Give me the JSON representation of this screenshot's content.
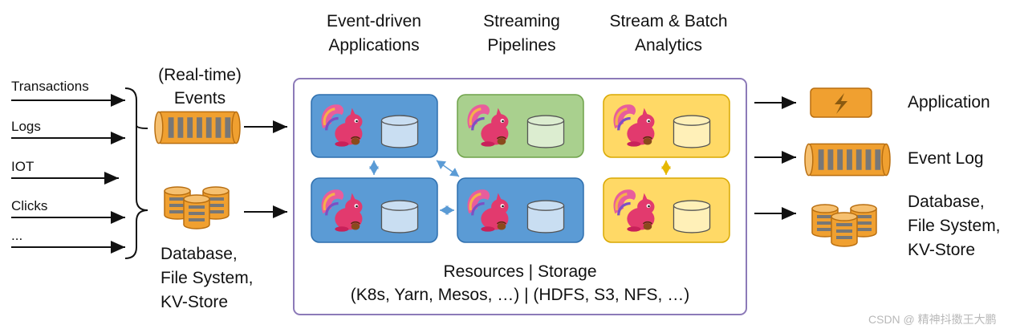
{
  "inputs": {
    "sources": [
      "Transactions",
      "Logs",
      "IOT",
      "Clicks",
      "..."
    ],
    "events_label": [
      "(Real-time)",
      "Events"
    ],
    "database_label": [
      "Database,",
      "File System,",
      "KV-Store"
    ]
  },
  "center": {
    "headers": [
      [
        "Event-driven",
        "Applications"
      ],
      [
        "Streaming",
        "Pipelines"
      ],
      [
        "Stream & Batch",
        "Analytics"
      ]
    ],
    "footer": [
      "Resources | Storage",
      "(K8s, Yarn, Mesos, …) | (HDFS, S3, NFS, …)"
    ]
  },
  "outputs": {
    "application": "Application",
    "event_log": "Event Log",
    "database": [
      "Database,",
      "File System,",
      "KV-Store"
    ]
  },
  "watermark": "CSDN @ 精神抖擞王大鹏",
  "colors": {
    "blue_box": "#5b9bd5",
    "green_box": "#a9d08e",
    "yellow_box": "#ffd966",
    "orange_icon": "#f0a030",
    "frame": "#8c7ab8"
  }
}
